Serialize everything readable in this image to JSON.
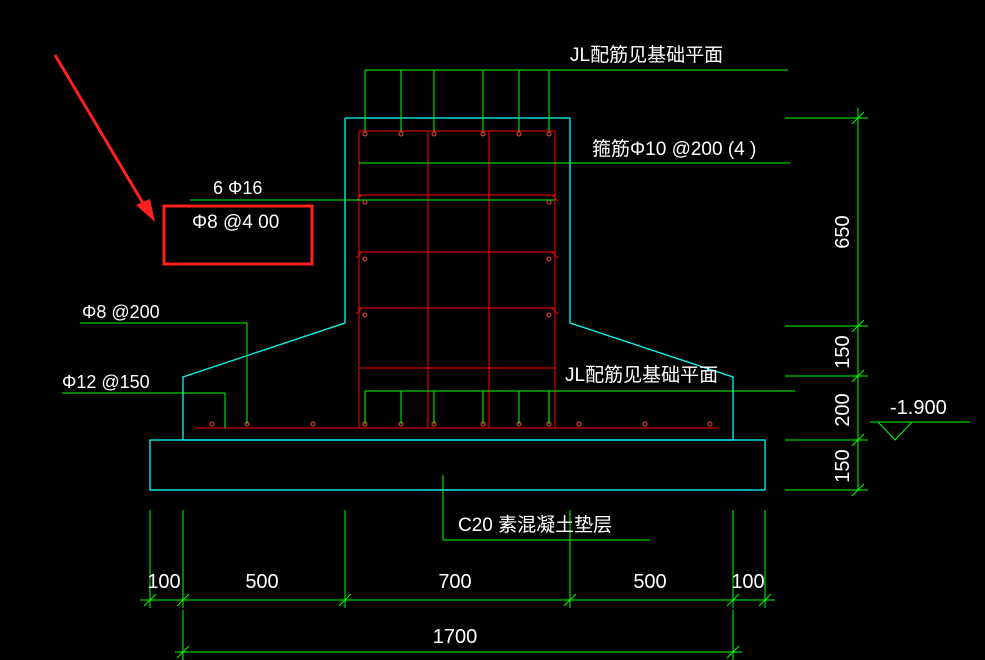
{
  "labels": {
    "jl_top": "JL配筋见基础平面",
    "stirrup": "箍筋Φ10 @200 (4 )",
    "bars_6": "6 Φ16",
    "phi8_400": "Φ8 @4 00",
    "phi8_200": "Φ8 @200",
    "phi12_150": "Φ12 @150",
    "jl_mid": "JL配筋见基础平面",
    "elevation": "-1.900",
    "c20": "C20 素混凝土垫层"
  },
  "dims": {
    "h650": "650",
    "h150a": "150",
    "h200": "200",
    "h150b": "150",
    "w100a": "100",
    "w500a": "500",
    "w700": "700",
    "w500b": "500",
    "w100b": "100",
    "w1700": "1700"
  },
  "colors": {
    "green": "#00ff00",
    "red": "#ff0000",
    "cyan": "#00ffff",
    "white": "#ffffff",
    "highlight": "#ff2020"
  }
}
